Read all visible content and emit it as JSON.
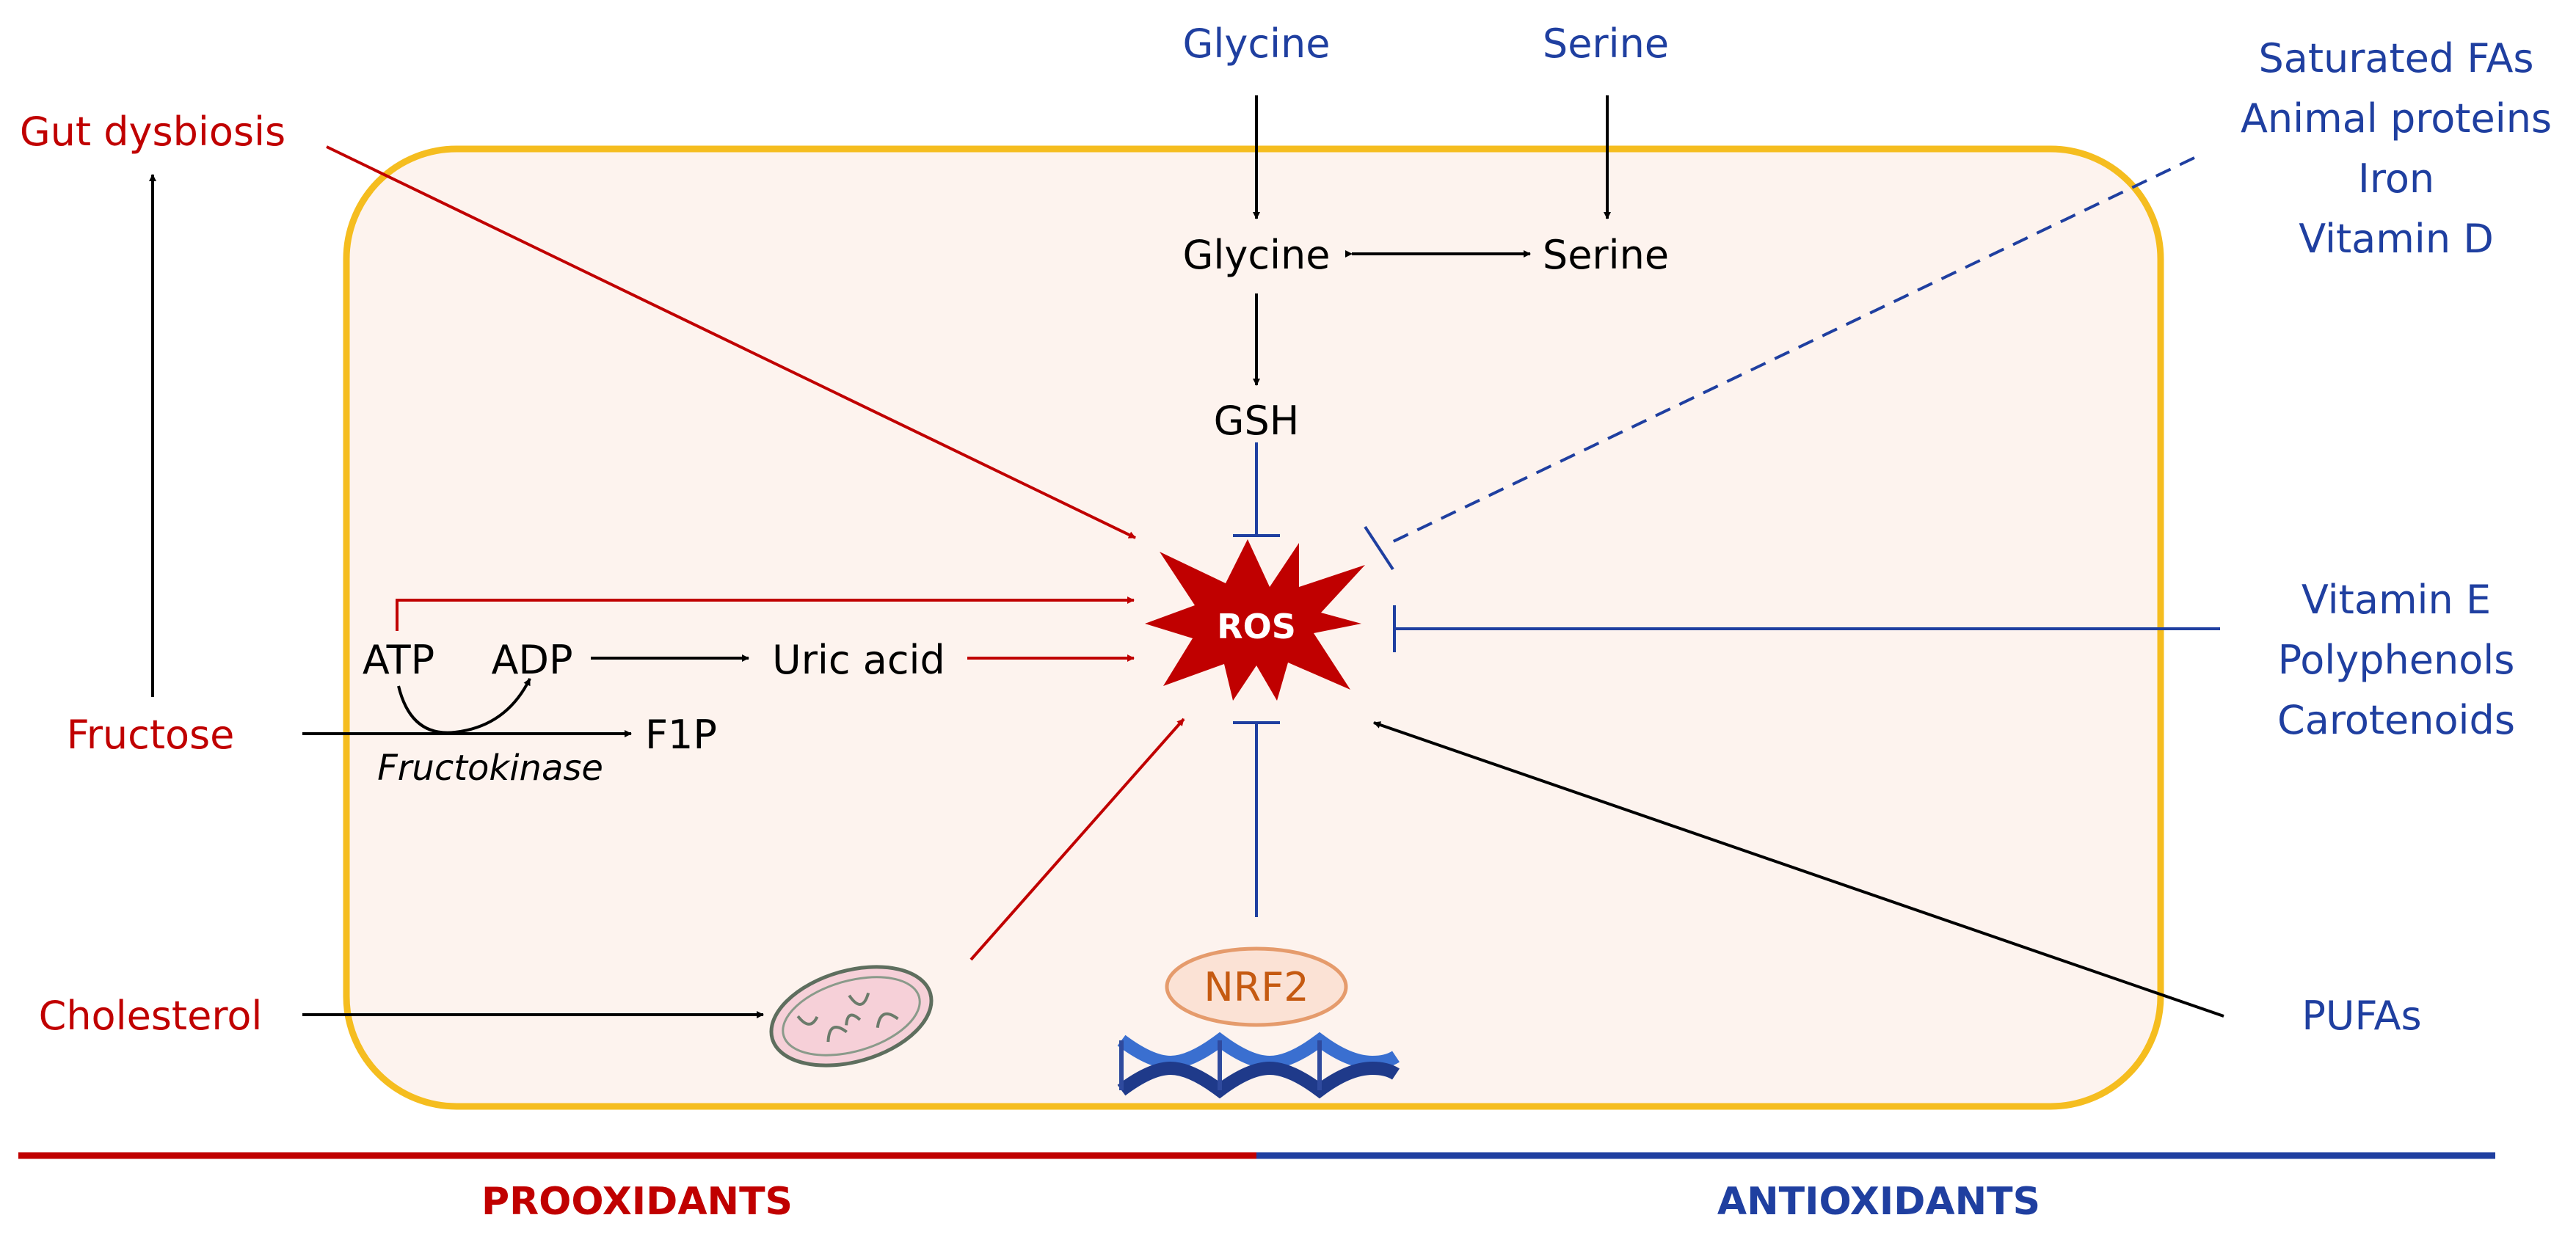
{
  "colors": {
    "prooxidant": "#c00000",
    "antioxidant": "#1f3fa0",
    "neutral": "#000000",
    "cell_border": "#f5bd1f",
    "cell_fill": "#fdf3ee",
    "ros_fill": "#c00000",
    "nrf2_text": "#c55a11",
    "nrf2_border": "#e59b6c",
    "nrf2_fill": "#fbe2d5",
    "dna_strands": "#2f4a9e",
    "mito_fill": "#f6d0d8"
  },
  "center": {
    "ros_label": "ROS"
  },
  "inside_cell": {
    "glycine": "Glycine",
    "serine": "Serine",
    "gsh": "GSH",
    "atp": "ATP",
    "adp": "ADP",
    "uric_acid": "Uric acid",
    "f1p": "F1P",
    "fructokinase": "Fructokinase",
    "nrf2": "NRF2"
  },
  "outside_top": {
    "glycine": "Glycine",
    "serine": "Serine"
  },
  "prooxidants": {
    "gut_dysbiosis": "Gut dysbiosis",
    "fructose": "Fructose",
    "cholesterol": "Cholesterol"
  },
  "antioxidants": {
    "group_top": [
      "Saturated FAs",
      "Animal proteins",
      "Iron",
      "Vitamin D"
    ],
    "group_mid": [
      "Vitamin E",
      "Polyphenols",
      "Carotenoids"
    ],
    "pufas": "PUFAs"
  },
  "footer": {
    "prooxidants_label": "PROOXIDANTS",
    "antioxidants_label": "ANTIOXIDANTS"
  },
  "icons": {
    "ros": "starburst-icon",
    "mitochondrion": "mitochondrion-icon",
    "dna": "dna-helix-icon"
  }
}
